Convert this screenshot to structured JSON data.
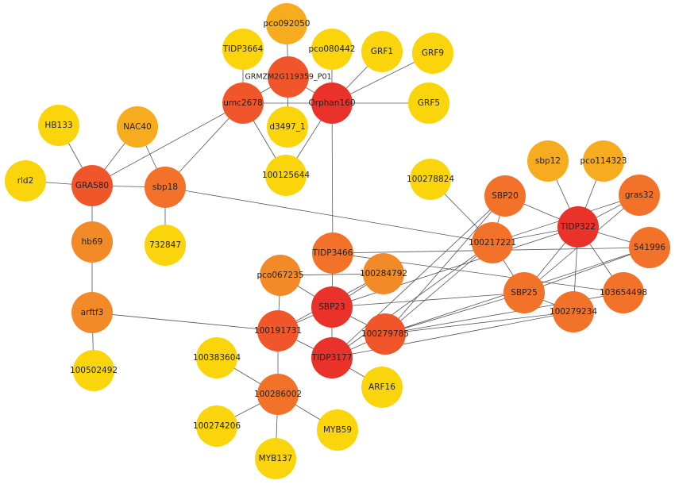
{
  "colors": {
    "background": "#ffffff",
    "edge": "#555555",
    "label": "#222222",
    "tier_1": "#e8322a",
    "tier_2": "#f0562a",
    "tier_3": "#f3722a",
    "tier_4": "#f38a28",
    "tier_5": "#f6ac1e",
    "tier_6": "#fbd50c"
  },
  "nodes": [
    {
      "id": "pco092050",
      "label": "pco092050",
      "tier": 5
    },
    {
      "id": "TIDP3664",
      "label": "TIDP3664",
      "tier": 6
    },
    {
      "id": "pco080442",
      "label": "pco080442",
      "tier": 6
    },
    {
      "id": "GRF1",
      "label": "GRF1",
      "tier": 6
    },
    {
      "id": "GRF9",
      "label": "GRF9",
      "tier": 6
    },
    {
      "id": "GRMZM2G119359_P01",
      "label": "GRMZM2G119359_P01",
      "tier": 2
    },
    {
      "id": "umc2678",
      "label": "umc2678",
      "tier": 2
    },
    {
      "id": "Orphan160",
      "label": "Orphan160",
      "tier": 1
    },
    {
      "id": "GRF5",
      "label": "GRF5",
      "tier": 6
    },
    {
      "id": "d3497_1",
      "label": "d3497_1",
      "tier": 6
    },
    {
      "id": "HB133",
      "label": "HB133",
      "tier": 6
    },
    {
      "id": "NAC40",
      "label": "NAC40",
      "tier": 5
    },
    {
      "id": "rld2",
      "label": "rld2",
      "tier": 6
    },
    {
      "id": "GRAS80",
      "label": "GRAS80",
      "tier": 2
    },
    {
      "id": "sbp18",
      "label": "sbp18",
      "tier": 3
    },
    {
      "id": "100125644",
      "label": "100125644",
      "tier": 6
    },
    {
      "id": "100278824",
      "label": "100278824",
      "tier": 6
    },
    {
      "id": "sbp12",
      "label": "sbp12",
      "tier": 5
    },
    {
      "id": "pco114323",
      "label": "pco114323",
      "tier": 5
    },
    {
      "id": "gras32",
      "label": "gras32",
      "tier": 3
    },
    {
      "id": "SBP20",
      "label": "SBP20",
      "tier": 3
    },
    {
      "id": "TIDP322",
      "label": "TIDP322",
      "tier": 1
    },
    {
      "id": "hb69",
      "label": "hb69",
      "tier": 4
    },
    {
      "id": "732847",
      "label": "732847",
      "tier": 6
    },
    {
      "id": "100217221",
      "label": "100217221",
      "tier": 3
    },
    {
      "id": "541996",
      "label": "541996",
      "tier": 3
    },
    {
      "id": "TIDP3466",
      "label": "TIDP3466",
      "tier": 3
    },
    {
      "id": "pco067235",
      "label": "pco067235",
      "tier": 4
    },
    {
      "id": "100284792",
      "label": "100284792",
      "tier": 4
    },
    {
      "id": "SBP23",
      "label": "SBP23",
      "tier": 1
    },
    {
      "id": "SBP25",
      "label": "SBP25",
      "tier": 3
    },
    {
      "id": "103654498",
      "label": "103654498",
      "tier": 3
    },
    {
      "id": "arftf3",
      "label": "arftf3",
      "tier": 4
    },
    {
      "id": "100191731",
      "label": "100191731",
      "tier": 2
    },
    {
      "id": "100279785",
      "label": "100279785",
      "tier": 2
    },
    {
      "id": "100279234",
      "label": "100279234",
      "tier": 3
    },
    {
      "id": "TIDP3177",
      "label": "TIDP3177",
      "tier": 1
    },
    {
      "id": "100383604",
      "label": "100383604",
      "tier": 6
    },
    {
      "id": "100502492",
      "label": "100502492",
      "tier": 6
    },
    {
      "id": "ARF16",
      "label": "ARF16",
      "tier": 6
    },
    {
      "id": "100286002",
      "label": "100286002",
      "tier": 3
    },
    {
      "id": "100274206",
      "label": "100274206",
      "tier": 6
    },
    {
      "id": "MYB59",
      "label": "MYB59",
      "tier": 6
    },
    {
      "id": "MYB137",
      "label": "MYB137",
      "tier": 6
    }
  ],
  "edges": [
    [
      "pco092050",
      "GRMZM2G119359_P01"
    ],
    [
      "TIDP3664",
      "umc2678"
    ],
    [
      "pco080442",
      "Orphan160"
    ],
    [
      "GRF1",
      "Orphan160"
    ],
    [
      "GRF9",
      "Orphan160"
    ],
    [
      "GRF5",
      "Orphan160"
    ],
    [
      "GRMZM2G119359_P01",
      "umc2678"
    ],
    [
      "GRMZM2G119359_P01",
      "Orphan160"
    ],
    [
      "GRMZM2G119359_P01",
      "d3497_1"
    ],
    [
      "umc2678",
      "Orphan160"
    ],
    [
      "umc2678",
      "100125644"
    ],
    [
      "Orphan160",
      "100125644"
    ],
    [
      "umc2678",
      "GRAS80"
    ],
    [
      "umc2678",
      "sbp18"
    ],
    [
      "Orphan160",
      "TIDP3466"
    ],
    [
      "HB133",
      "GRAS80"
    ],
    [
      "NAC40",
      "GRAS80"
    ],
    [
      "NAC40",
      "sbp18"
    ],
    [
      "rld2",
      "GRAS80"
    ],
    [
      "GRAS80",
      "sbp18"
    ],
    [
      "GRAS80",
      "hb69"
    ],
    [
      "sbp18",
      "732847"
    ],
    [
      "sbp18",
      "100217221"
    ],
    [
      "hb69",
      "arftf3"
    ],
    [
      "arftf3",
      "100502492"
    ],
    [
      "arftf3",
      "100191731"
    ],
    [
      "100278824",
      "100217221"
    ],
    [
      "sbp12",
      "TIDP322"
    ],
    [
      "pco114323",
      "TIDP322"
    ],
    [
      "gras32",
      "TIDP322"
    ],
    [
      "gras32",
      "100217221"
    ],
    [
      "gras32",
      "SBP25"
    ],
    [
      "SBP20",
      "TIDP322"
    ],
    [
      "SBP20",
      "100217221"
    ],
    [
      "SBP20",
      "100279785"
    ],
    [
      "SBP20",
      "TIDP3177"
    ],
    [
      "TIDP322",
      "100217221"
    ],
    [
      "TIDP322",
      "541996"
    ],
    [
      "TIDP322",
      "SBP25"
    ],
    [
      "TIDP322",
      "100279234"
    ],
    [
      "TIDP322",
      "103654498"
    ],
    [
      "TIDP322",
      "SBP23"
    ],
    [
      "100217221",
      "SBP25"
    ],
    [
      "100217221",
      "100279785"
    ],
    [
      "100217221",
      "TIDP3177"
    ],
    [
      "541996",
      "SBP25"
    ],
    [
      "541996",
      "100279785"
    ],
    [
      "541996",
      "TIDP3466"
    ],
    [
      "SBP25",
      "100279234"
    ],
    [
      "SBP25",
      "100279785"
    ],
    [
      "SBP25",
      "SBP23"
    ],
    [
      "TIDP3466",
      "103654498"
    ],
    [
      "TIDP3466",
      "SBP23"
    ],
    [
      "pco067235",
      "100284792"
    ],
    [
      "pco067235",
      "SBP23"
    ],
    [
      "pco067235",
      "100191731"
    ],
    [
      "100284792",
      "SBP23"
    ],
    [
      "100284792",
      "100191731"
    ],
    [
      "SBP23",
      "100191731"
    ],
    [
      "SBP23",
      "100279785"
    ],
    [
      "SBP23",
      "TIDP3177"
    ],
    [
      "100191731",
      "TIDP3177"
    ],
    [
      "100191731",
      "100286002"
    ],
    [
      "100279785",
      "TIDP3177"
    ],
    [
      "100279785",
      "100279234"
    ],
    [
      "100279785",
      "103654498"
    ],
    [
      "100279234",
      "TIDP3177"
    ],
    [
      "TIDP3177",
      "ARF16"
    ],
    [
      "100383604",
      "100286002"
    ],
    [
      "100274206",
      "100286002"
    ],
    [
      "MYB59",
      "100286002"
    ],
    [
      "MYB137",
      "100286002"
    ]
  ]
}
